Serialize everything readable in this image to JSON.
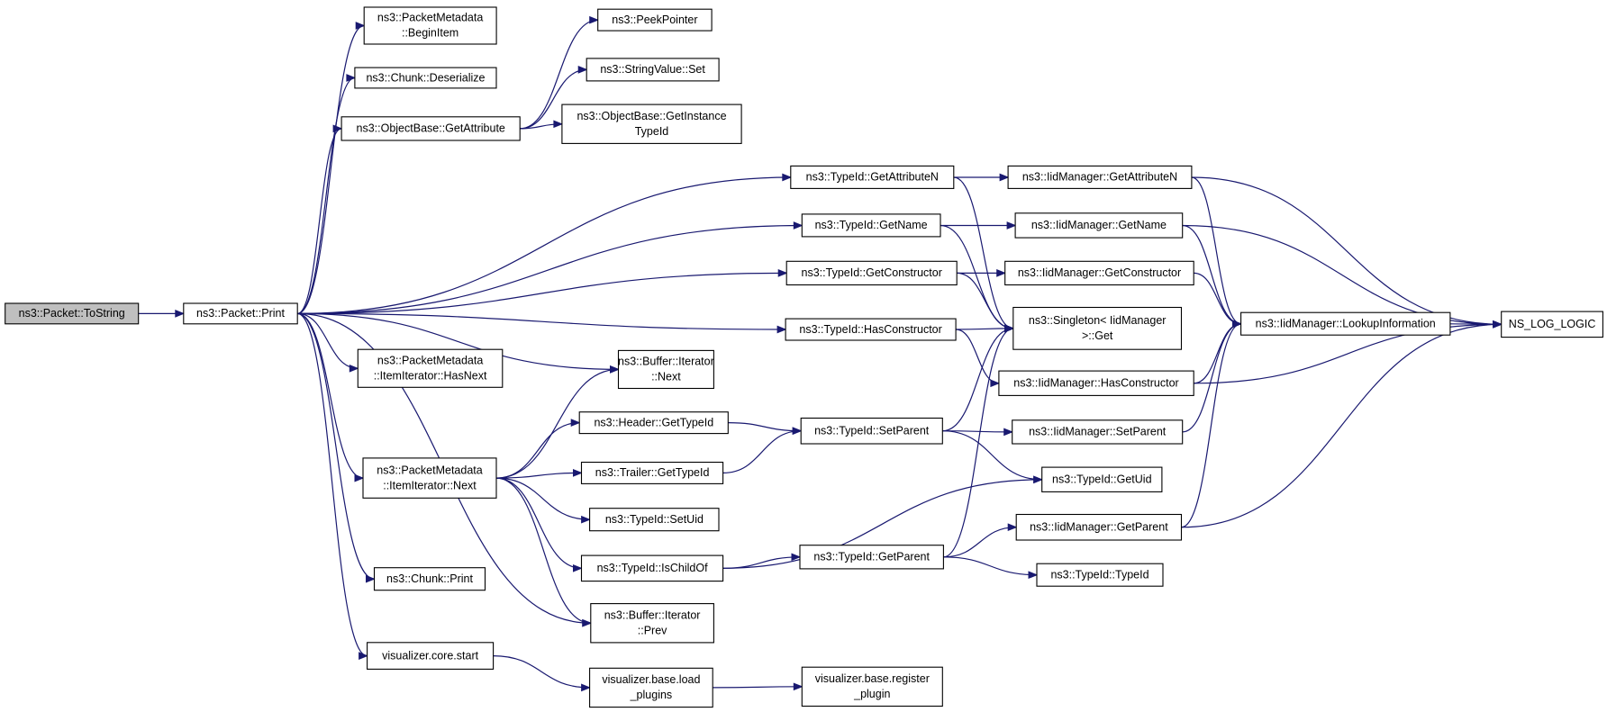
{
  "diagram": {
    "nodes": [
      {
        "id": "tostring",
        "lines": [
          "ns3::Packet::ToString"
        ],
        "root": true
      },
      {
        "id": "print",
        "lines": [
          "ns3::Packet::Print"
        ]
      },
      {
        "id": "pm_beginitem",
        "lines": [
          "ns3::PacketMetadata",
          "::BeginItem"
        ]
      },
      {
        "id": "chunk_deser",
        "lines": [
          "ns3::Chunk::Deserialize"
        ]
      },
      {
        "id": "ob_getattr",
        "lines": [
          "ns3::ObjectBase::GetAttribute"
        ]
      },
      {
        "id": "peekpointer",
        "lines": [
          "ns3::PeekPointer"
        ]
      },
      {
        "id": "stringvalue_set",
        "lines": [
          "ns3::StringValue::Set"
        ]
      },
      {
        "id": "ob_getinsttid",
        "lines": [
          "ns3::ObjectBase::GetInstance",
          "TypeId"
        ]
      },
      {
        "id": "tid_getattrn",
        "lines": [
          "ns3::TypeId::GetAttributeN"
        ]
      },
      {
        "id": "iid_getattrn",
        "lines": [
          "ns3::IidManager::GetAttributeN"
        ]
      },
      {
        "id": "tid_getname",
        "lines": [
          "ns3::TypeId::GetName"
        ]
      },
      {
        "id": "iid_getname",
        "lines": [
          "ns3::IidManager::GetName"
        ]
      },
      {
        "id": "tid_getctor",
        "lines": [
          "ns3::TypeId::GetConstructor"
        ]
      },
      {
        "id": "iid_getctor",
        "lines": [
          "ns3::IidManager::GetConstructor"
        ]
      },
      {
        "id": "singleton_get",
        "lines": [
          "ns3::Singleton< IidManager",
          " >::Get"
        ]
      },
      {
        "id": "iid_lookup",
        "lines": [
          "ns3::IidManager::LookupInformation"
        ]
      },
      {
        "id": "ns_log_logic",
        "lines": [
          "NS_LOG_LOGIC"
        ]
      },
      {
        "id": "tid_hasctor",
        "lines": [
          "ns3::TypeId::HasConstructor"
        ]
      },
      {
        "id": "pm_ii_hasnext",
        "lines": [
          "ns3::PacketMetadata",
          "::ItemIterator::HasNext"
        ]
      },
      {
        "id": "buf_it_next",
        "lines": [
          "ns3::Buffer::Iterator",
          "::Next"
        ]
      },
      {
        "id": "iid_hasctor",
        "lines": [
          "ns3::IidManager::HasConstructor"
        ]
      },
      {
        "id": "header_gettid",
        "lines": [
          "ns3::Header::GetTypeId"
        ]
      },
      {
        "id": "tid_setparent",
        "lines": [
          "ns3::TypeId::SetParent"
        ]
      },
      {
        "id": "iid_setparent",
        "lines": [
          "ns3::IidManager::SetParent"
        ]
      },
      {
        "id": "pm_ii_next",
        "lines": [
          "ns3::PacketMetadata",
          "::ItemIterator::Next"
        ]
      },
      {
        "id": "trailer_gettid",
        "lines": [
          "ns3::Trailer::GetTypeId"
        ]
      },
      {
        "id": "tid_getuid",
        "lines": [
          "ns3::TypeId::GetUid"
        ]
      },
      {
        "id": "tid_setuid",
        "lines": [
          "ns3::TypeId::SetUid"
        ]
      },
      {
        "id": "iid_getparent",
        "lines": [
          "ns3::IidManager::GetParent"
        ]
      },
      {
        "id": "tid_ischildof",
        "lines": [
          "ns3::TypeId::IsChildOf"
        ]
      },
      {
        "id": "tid_getparent",
        "lines": [
          "ns3::TypeId::GetParent"
        ]
      },
      {
        "id": "tid_typeid",
        "lines": [
          "ns3::TypeId::TypeId"
        ]
      },
      {
        "id": "chunk_print",
        "lines": [
          "ns3::Chunk::Print"
        ]
      },
      {
        "id": "buf_it_prev",
        "lines": [
          "ns3::Buffer::Iterator",
          "::Prev"
        ]
      },
      {
        "id": "viz_core_start",
        "lines": [
          "visualizer.core.start"
        ]
      },
      {
        "id": "viz_base_load",
        "lines": [
          "visualizer.base.load",
          "_plugins"
        ]
      },
      {
        "id": "viz_base_register",
        "lines": [
          "visualizer.base.register",
          "_plugin"
        ]
      }
    ],
    "edges": [
      [
        "tostring",
        "print"
      ],
      [
        "print",
        "pm_beginitem"
      ],
      [
        "print",
        "chunk_deser"
      ],
      [
        "print",
        "ob_getattr"
      ],
      [
        "print",
        "tid_getattrn"
      ],
      [
        "print",
        "tid_getname"
      ],
      [
        "print",
        "tid_getctor"
      ],
      [
        "print",
        "tid_hasctor"
      ],
      [
        "print",
        "pm_ii_hasnext"
      ],
      [
        "print",
        "buf_it_next"
      ],
      [
        "print",
        "pm_ii_next"
      ],
      [
        "print",
        "buf_it_prev"
      ],
      [
        "print",
        "chunk_print"
      ],
      [
        "print",
        "viz_core_start"
      ],
      [
        "ob_getattr",
        "peekpointer"
      ],
      [
        "ob_getattr",
        "stringvalue_set"
      ],
      [
        "ob_getattr",
        "ob_getinsttid"
      ],
      [
        "tid_getattrn",
        "iid_getattrn"
      ],
      [
        "tid_getattrn",
        "singleton_get"
      ],
      [
        "tid_getname",
        "iid_getname"
      ],
      [
        "tid_getname",
        "singleton_get"
      ],
      [
        "tid_getctor",
        "iid_getctor"
      ],
      [
        "tid_getctor",
        "singleton_get"
      ],
      [
        "tid_hasctor",
        "singleton_get"
      ],
      [
        "tid_hasctor",
        "iid_hasctor"
      ],
      [
        "iid_getattrn",
        "iid_lookup"
      ],
      [
        "iid_getattrn",
        "ns_log_logic"
      ],
      [
        "iid_getname",
        "iid_lookup"
      ],
      [
        "iid_getname",
        "ns_log_logic"
      ],
      [
        "iid_getctor",
        "iid_lookup"
      ],
      [
        "iid_lookup",
        "ns_log_logic"
      ],
      [
        "iid_hasctor",
        "iid_lookup"
      ],
      [
        "iid_hasctor",
        "ns_log_logic"
      ],
      [
        "pm_ii_next",
        "buf_it_next"
      ],
      [
        "pm_ii_next",
        "header_gettid"
      ],
      [
        "pm_ii_next",
        "trailer_gettid"
      ],
      [
        "pm_ii_next",
        "tid_setuid"
      ],
      [
        "pm_ii_next",
        "tid_ischildof"
      ],
      [
        "pm_ii_next",
        "buf_it_prev"
      ],
      [
        "header_gettid",
        "tid_setparent"
      ],
      [
        "trailer_gettid",
        "tid_setparent"
      ],
      [
        "tid_setparent",
        "singleton_get"
      ],
      [
        "tid_setparent",
        "iid_setparent"
      ],
      [
        "tid_setparent",
        "tid_getuid"
      ],
      [
        "iid_setparent",
        "iid_lookup"
      ],
      [
        "tid_ischildof",
        "tid_getparent"
      ],
      [
        "tid_ischildof",
        "tid_getuid"
      ],
      [
        "tid_getparent",
        "singleton_get"
      ],
      [
        "tid_getparent",
        "iid_getparent"
      ],
      [
        "tid_getparent",
        "tid_typeid"
      ],
      [
        "iid_getparent",
        "iid_lookup"
      ],
      [
        "iid_getparent",
        "ns_log_logic"
      ],
      [
        "viz_core_start",
        "viz_base_load"
      ],
      [
        "viz_base_load",
        "viz_base_register"
      ]
    ]
  }
}
